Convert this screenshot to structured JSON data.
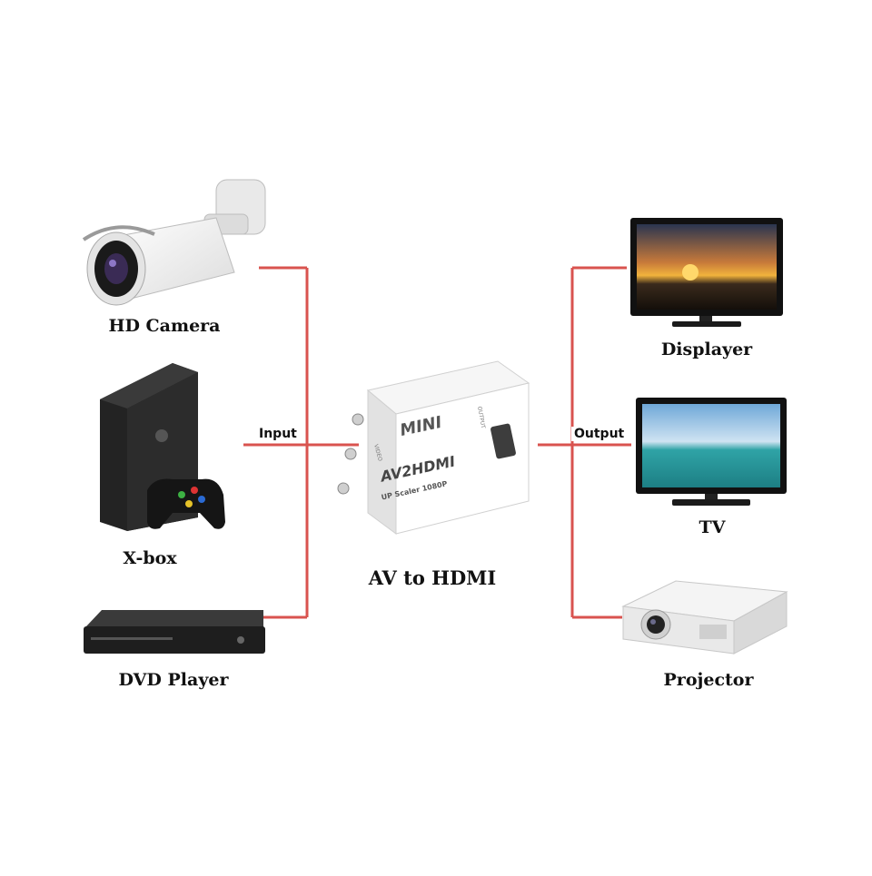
{
  "diagram": {
    "center_label": "AV to HDMI",
    "input_label": "Input",
    "output_label": "Output",
    "adapter": {
      "badge": "MINI",
      "model": "AV2HDMI",
      "subtitle": "UP Scaler 1080P",
      "side_in": "VIDEO",
      "side_out": "OUTPUT"
    },
    "inputs": [
      {
        "name": "HD Camera",
        "icon": "cctv-camera-icon"
      },
      {
        "name": "X-box",
        "icon": "game-console-icon"
      },
      {
        "name": "DVD Player",
        "icon": "dvd-player-icon"
      }
    ],
    "outputs": [
      {
        "name": "Displayer",
        "icon": "monitor-icon"
      },
      {
        "name": "TV",
        "icon": "tv-icon"
      },
      {
        "name": "Projector",
        "icon": "projector-icon"
      }
    ],
    "colors": {
      "connector": "#d9534f",
      "text": "#111111",
      "device_dark": "#1d1d1d",
      "device_light": "#f2f2f2"
    }
  }
}
